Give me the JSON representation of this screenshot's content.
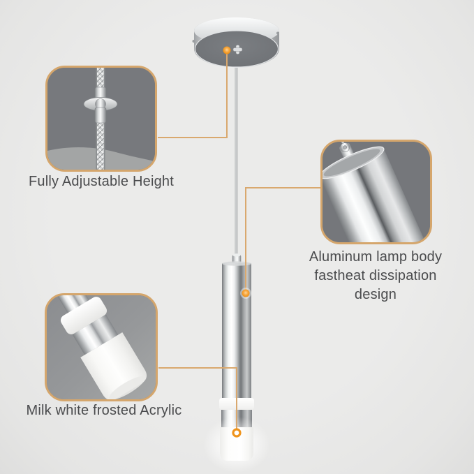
{
  "palette": {
    "background": "#eaeaea",
    "inset_border": "#d5a66c",
    "leader_line": "#d9a86e",
    "callout_orange": "#ef941c",
    "caption_text": "#4a4b4d",
    "inset_dark_gray": "#77797d",
    "chrome_light": "#f5f6f7"
  },
  "product": {
    "name": "LED pendant lamp",
    "parts": {
      "canopy": "ceiling canopy",
      "cable": "adjustable steel cable",
      "tube": "aluminum lamp tube",
      "band": "frosted ring",
      "diffuser": "milk white acrylic diffuser"
    }
  },
  "callouts": [
    {
      "id": "height",
      "label": "Fully Adjustable Height"
    },
    {
      "id": "aluminum",
      "label_line1": "Aluminum lamp body",
      "label_line2": "fastheat dissipation design"
    },
    {
      "id": "acrylic",
      "label": "Milk white frosted Acrylic"
    }
  ]
}
